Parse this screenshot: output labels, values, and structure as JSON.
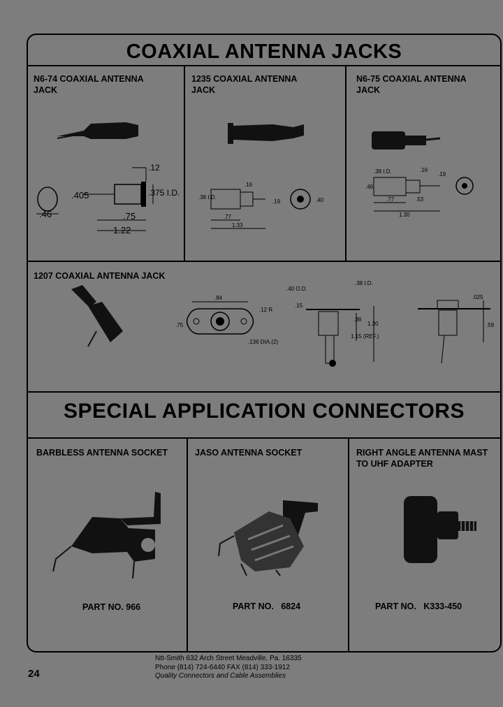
{
  "section1": {
    "title": "COAXIAL ANTENNA JACKS",
    "panels": [
      {
        "label": "N6-74 COAXIAL ANTENNA\nJACK",
        "dims": {
          "d1": ".12",
          "d2": ".405",
          "d3": ".375 I.D.",
          "d4": ".46",
          "d5": ".75",
          "d6": "1.22"
        }
      },
      {
        "label": "1235 COAXIAL ANTENNA\nJACK",
        "dims": {
          "d1": ".16",
          "d2": ".38\nI.D.",
          "d3": ".19",
          "d4": ".77",
          "d5": "1.33",
          "d6": ".40"
        }
      },
      {
        "label": "N6-75 COAXIAL ANTENNA\nJACK",
        "dims": {
          "d1": ".38 I.D.",
          "d2": ".16",
          "d3": ".19",
          "d4": ".77",
          "d5": ".53",
          "d6": "1.30",
          "d7": ".46"
        }
      },
      {
        "label": "1207 COAXIAL ANTENNA JACK",
        "dims": {
          "d1": ".84",
          "d2": ".12 R",
          "d3": ".75",
          "d4": ".136 DIA.(2)",
          "d5": ".40 O.D.",
          "d6": ".38 I.D.",
          "d7": ".15",
          "d8": ".38",
          "d9": "1.30",
          "d10": "1.15\n(REF.)",
          "d11": ".025",
          "d12": ".59"
        }
      }
    ]
  },
  "section2": {
    "title": "SPECIAL APPLICATION CONNECTORS",
    "panels": [
      {
        "label": "BARBLESS ANTENNA SOCKET",
        "part": "PART NO. 966"
      },
      {
        "label": "JASO ANTENNA SOCKET",
        "part": "PART NO.   6824"
      },
      {
        "label": "RIGHT ANGLE ANTENNA MAST\n      TO UHF ADAPTER",
        "part": "PART NO.   K333-450"
      }
    ]
  },
  "footer": {
    "line1": "Ntt-Smith 632 Arch Street Meadville, Pa. 16335",
    "line2": "Phone (814) 724-6440  FAX (814) 333-1912",
    "line3": "Quality Connectors and Cable Assemblies"
  },
  "page_number": "24"
}
